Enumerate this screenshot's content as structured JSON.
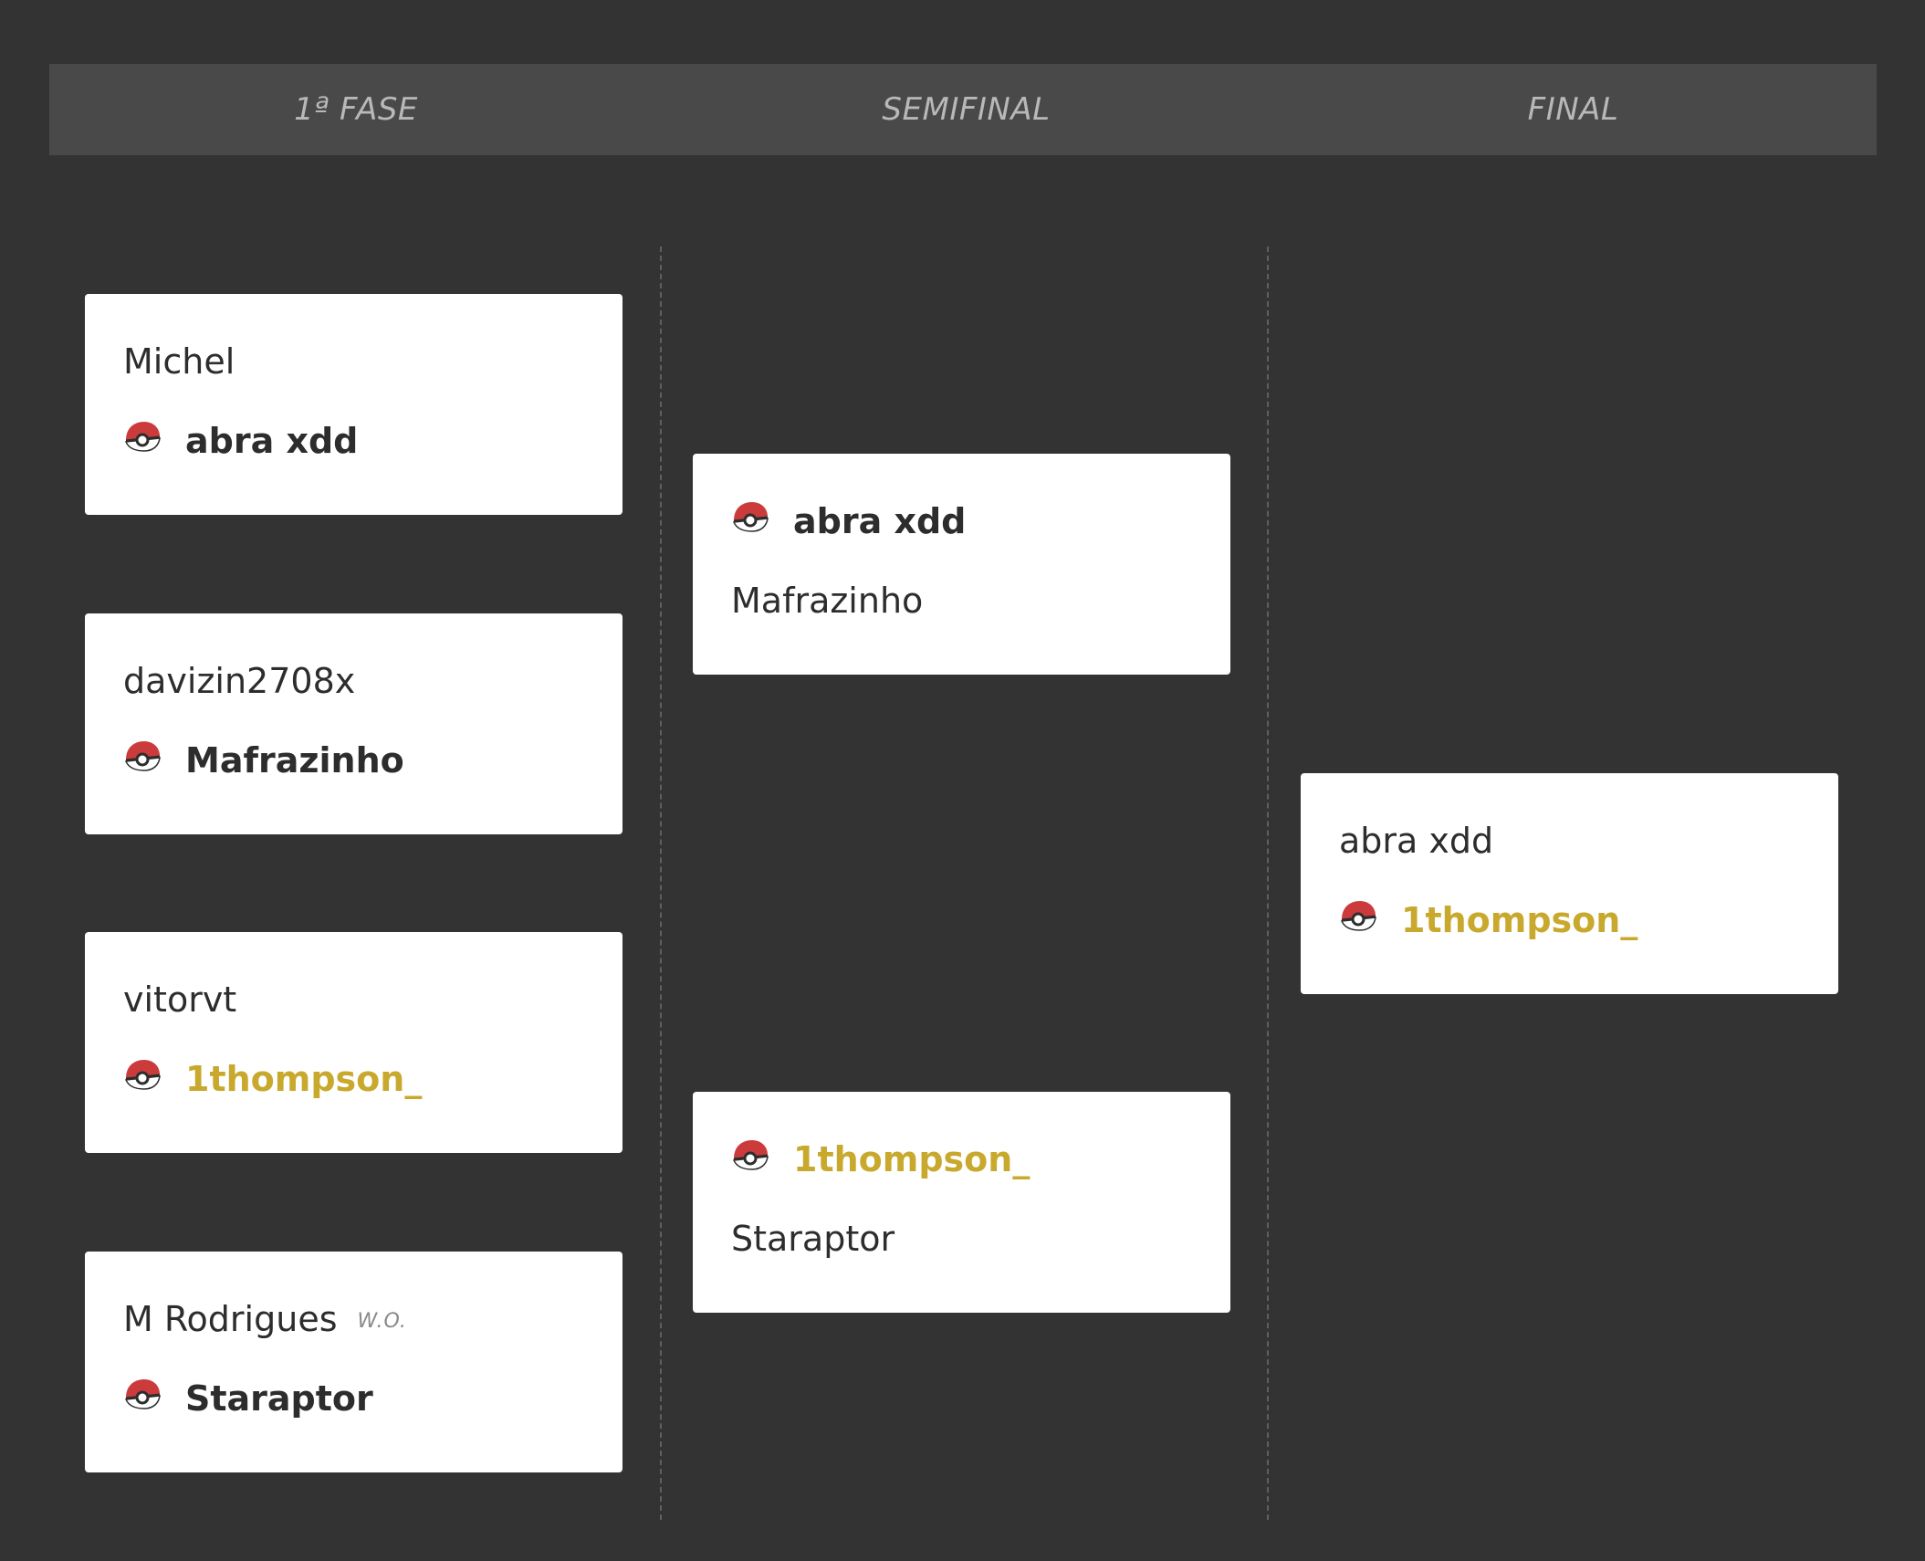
{
  "rounds": [
    {
      "title": "1ª FASE"
    },
    {
      "title": "SEMIFINAL"
    },
    {
      "title": "FINAL"
    }
  ],
  "winner_icon": "pokeball-icon",
  "colors": {
    "background": "#333333",
    "header": "#494949",
    "header_text": "#b8b8b8",
    "card": "#ffffff",
    "text": "#2d2d2d",
    "champion": "#c8a92e",
    "pokeball_red": "#cc3b3b"
  },
  "matches": {
    "r1_m1": {
      "p1": "Michel",
      "p2": "abra xdd"
    },
    "r1_m2": {
      "p1": "davizin2708x",
      "p2": "Mafrazinho"
    },
    "r1_m3": {
      "p1": "vitorvt",
      "p2": "1thompson_"
    },
    "r1_m4": {
      "p1": "M Rodrigues",
      "p1_note": "W.O.",
      "p2": "Staraptor"
    },
    "r2_m1": {
      "p1": "abra xdd",
      "p2": "Mafrazinho"
    },
    "r2_m2": {
      "p1": "1thompson_",
      "p2": "Staraptor"
    },
    "r3_m1": {
      "p1": "abra xdd",
      "p2": "1thompson_"
    }
  }
}
